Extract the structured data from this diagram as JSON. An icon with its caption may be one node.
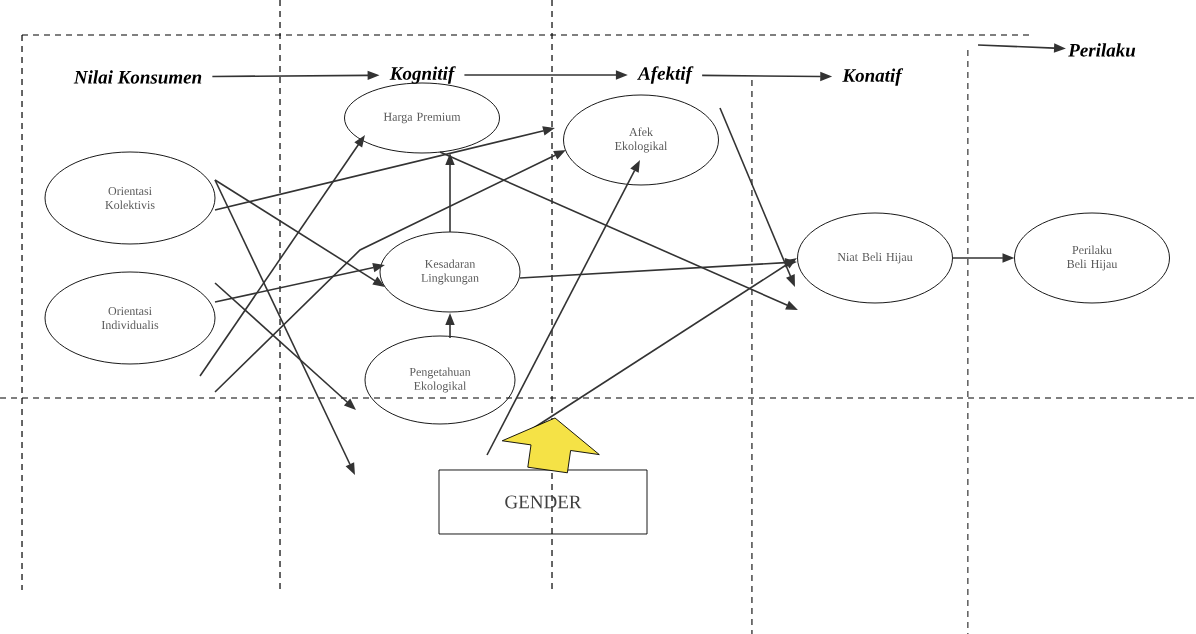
{
  "diagram": {
    "nodes": [
      {
        "text": [
          "Orientasi Kolektivis"
        ]
      },
      {
        "text": [
          "Orientasi Individualis"
        ]
      },
      {
        "text": [
          "Harga Premium"
        ]
      },
      {
        "text": [
          "Kesadaran Lingkungan"
        ]
      },
      {
        "text": [
          "Pengetahuan Ekologikal"
        ]
      },
      {
        "text": [
          "Afek Ekologikal"
        ]
      },
      {
        "text": [
          "Niat Beli Hijau"
        ]
      },
      {
        "text": [
          "Perilaku Beli Hijau"
        ]
      },
      {
        "text": [
          "GENDER"
        ]
      },
      {
        "text": [
          "Nilai Konsumen"
        ]
      },
      {
        "text": [
          "Kognitif"
        ]
      },
      {
        "text": [
          "Afektif"
        ]
      },
      {
        "text": [
          "Konatif"
        ]
      },
      {
        "text": [
          "Perilaku"
        ]
      }
    ],
    "edges": [
      {
        "from": 9,
        "to": 10,
        "arrow": "to"
      },
      {
        "from": 10,
        "to": 11,
        "arrow": "to"
      },
      {
        "from": 11,
        "to": 12,
        "arrow": "to"
      },
      {
        "from": null,
        "to": 13,
        "arrow": "to"
      },
      {
        "from": 0,
        "to": 5,
        "arrow": "to"
      },
      {
        "from": 0,
        "to": 3,
        "arrow": "to"
      },
      {
        "from": 0,
        "to": null,
        "arrow": "to"
      },
      {
        "from": 1,
        "to": 3,
        "arrow": "to"
      },
      {
        "from": 1,
        "to": 4,
        "arrow": "to"
      },
      {
        "from": 1,
        "to": 2,
        "arrow": "to"
      },
      {
        "from": 1,
        "to": 5,
        "arrow": "to"
      },
      {
        "from": 3,
        "to": 2,
        "arrow": "to"
      },
      {
        "from": 4,
        "to": 3,
        "arrow": "to"
      },
      {
        "from": 2,
        "to": 6,
        "arrow": "to"
      },
      {
        "from": 3,
        "to": 6,
        "arrow": "to"
      },
      {
        "from": 5,
        "to": 6,
        "arrow": "to"
      },
      {
        "from": 8,
        "to": 5,
        "arrow": "to"
      },
      {
        "from": 8,
        "to": 6,
        "arrow": "to"
      },
      {
        "from": 8,
        "to": null,
        "arrow": "to",
        "style": "thick",
        "color": "#f5e246"
      },
      {
        "from": 6,
        "to": 7,
        "arrow": "to"
      }
    ]
  }
}
